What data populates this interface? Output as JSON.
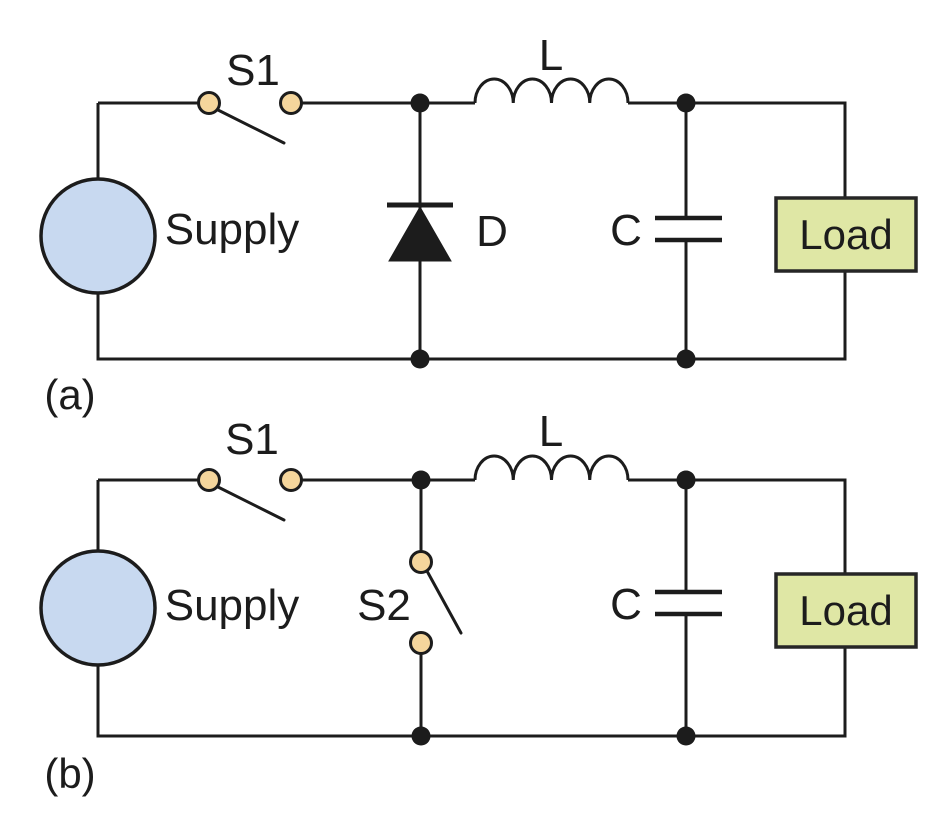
{
  "colors": {
    "wire": "#1c1c1c",
    "text": "#1c1c1c",
    "supply_fill": "#c8d9f0",
    "load_fill": "#dfe7a5",
    "terminal_fill": "#f5d69c",
    "background": "#ffffff"
  },
  "circuit_a": {
    "panel_label": "(a)",
    "supply": "Supply",
    "switch_s1": "S1",
    "diode": "D",
    "inductor": "L",
    "capacitor": "C",
    "load": "Load"
  },
  "circuit_b": {
    "panel_label": "(b)",
    "supply": "Supply",
    "switch_s1": "S1",
    "switch_s2": "S2",
    "inductor": "L",
    "capacitor": "C",
    "load": "Load"
  }
}
